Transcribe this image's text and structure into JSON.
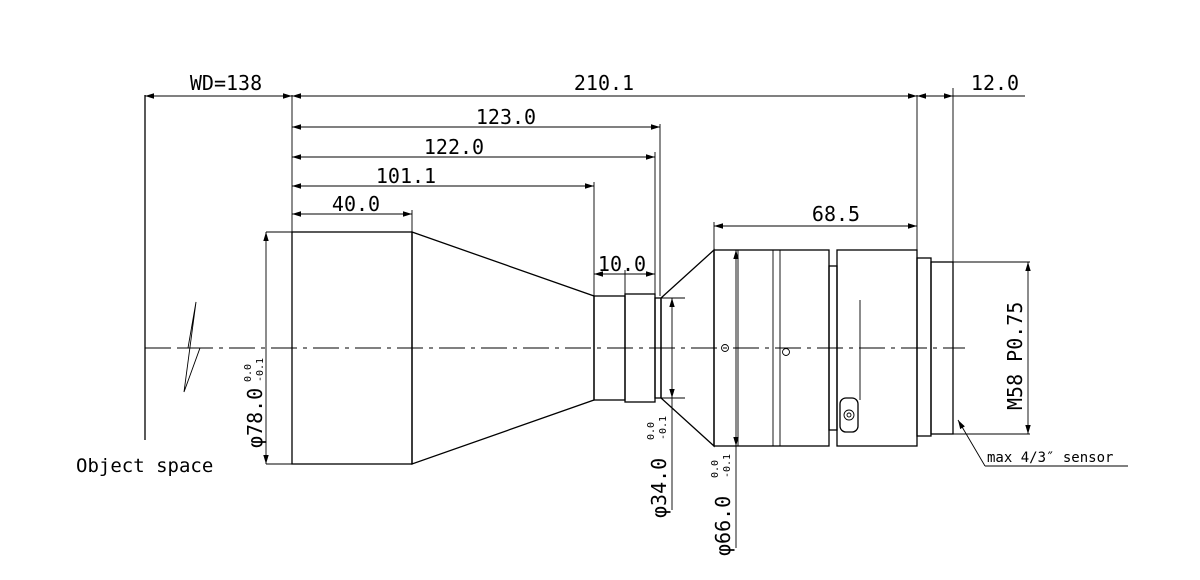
{
  "drawing": {
    "dimensions": {
      "wd": "WD=138",
      "total_length": "210.1",
      "back_focus": "12.0",
      "len_123": "123.0",
      "len_122": "122.0",
      "len_101": "101.1",
      "len_40": "40.0",
      "len_10": "10.0",
      "len_68": "68.5"
    },
    "diameters": {
      "d78": "φ78.0",
      "d34": "φ34.0",
      "d66": "φ66.0",
      "thread": "M58 P0.75"
    },
    "tolerances": {
      "upper": "0.0",
      "lower": "-0.1"
    },
    "labels": {
      "object_space": "Object space",
      "sensor": "max 4/3″ sensor"
    }
  }
}
